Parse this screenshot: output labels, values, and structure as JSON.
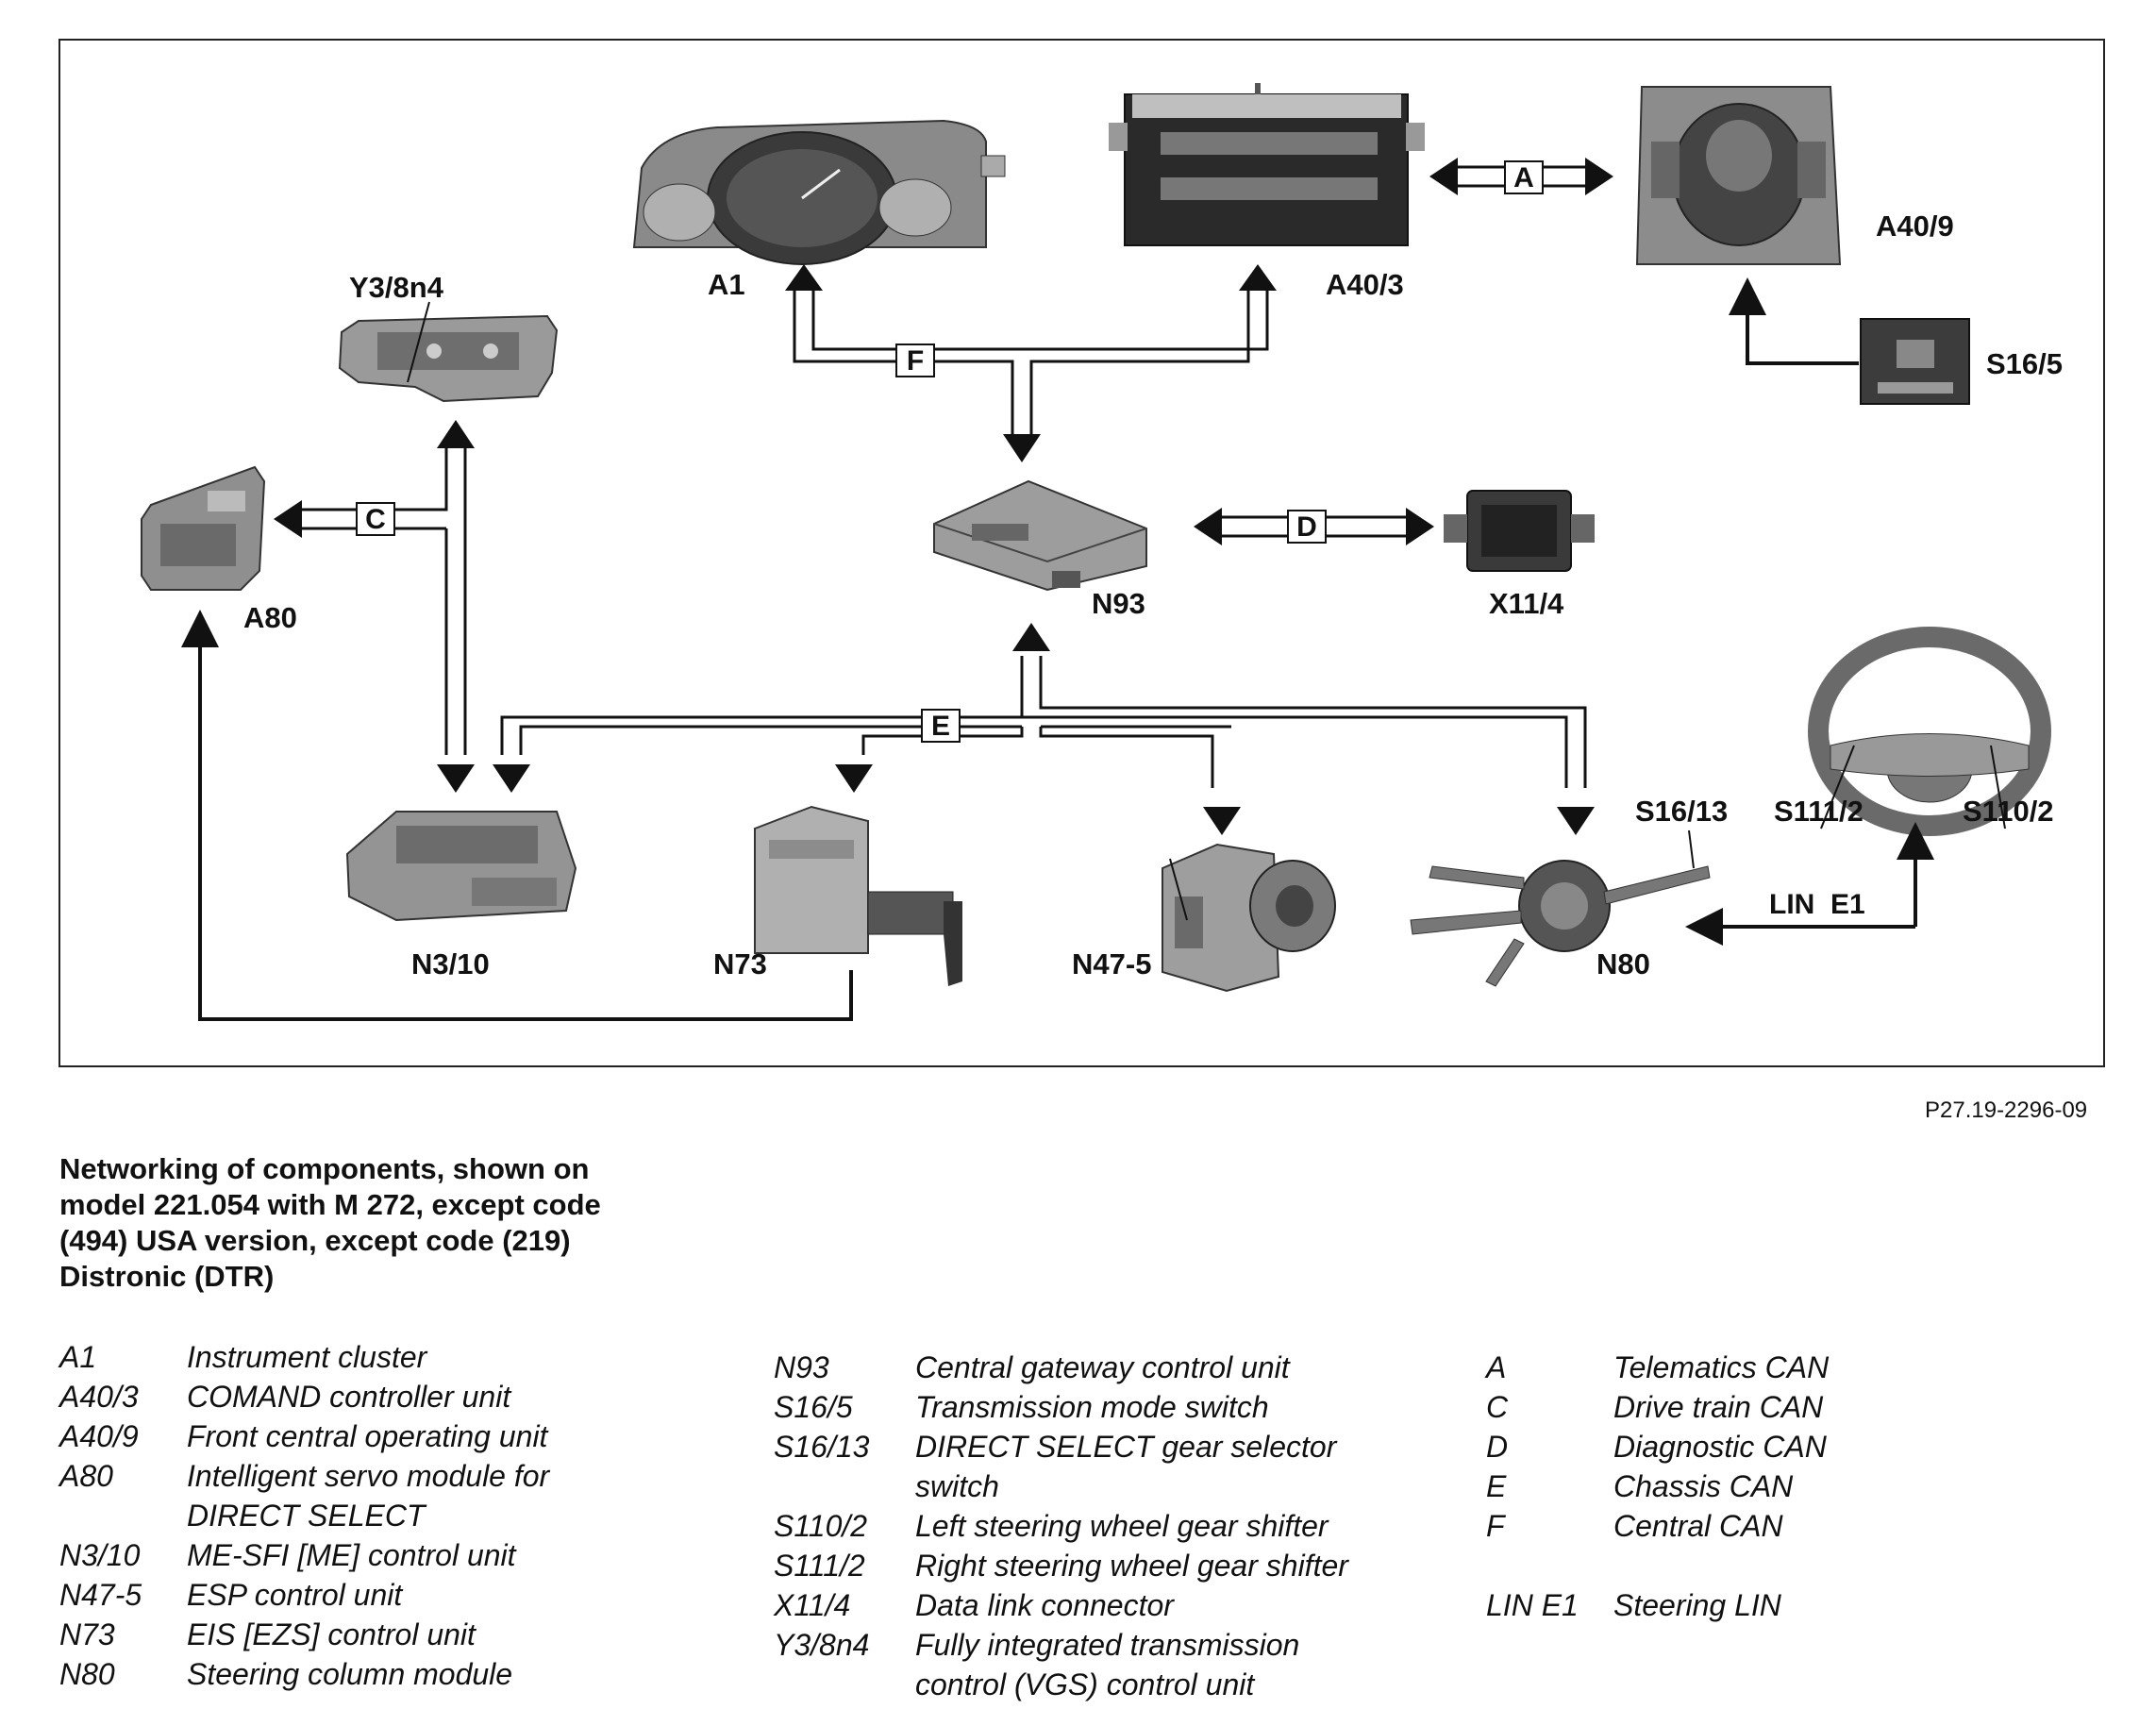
{
  "components": {
    "A1": "A1",
    "A40_3": "A40/3",
    "A40_9": "A40/9",
    "Y3_8n4": "Y3/8n4",
    "A80": "A80",
    "N93": "N93",
    "X11_4": "X11/4",
    "S16_5": "S16/5",
    "N3_10": "N3/10",
    "N73": "N73",
    "N47_5": "N47-5",
    "N80": "N80",
    "S16_13": "S16/13",
    "S111_2": "S111/2",
    "S110_2": "S110/2"
  },
  "buses": {
    "A": "A",
    "C": "C",
    "D": "D",
    "E": "E",
    "F": "F",
    "lin": "LIN  E1"
  },
  "figure_ref": "P27.19-2296-09",
  "caption": [
    "Networking of components, shown on",
    "model 221.054 with M 272, except code",
    "(494) USA version, except code (219)",
    "Distronic (DTR)"
  ],
  "legend_col1": [
    {
      "code": "A1",
      "desc": [
        "Instrument cluster"
      ]
    },
    {
      "code": "A40/3",
      "desc": [
        "COMAND controller unit"
      ]
    },
    {
      "code": "A40/9",
      "desc": [
        "Front central operating unit"
      ]
    },
    {
      "code": "A80",
      "desc": [
        "Intelligent servo module for",
        "DIRECT SELECT"
      ]
    },
    {
      "code": "N3/10",
      "desc": [
        "ME-SFI [ME] control unit"
      ]
    },
    {
      "code": "N47-5",
      "desc": [
        "ESP control unit"
      ]
    },
    {
      "code": "N73",
      "desc": [
        "EIS [EZS] control unit"
      ]
    },
    {
      "code": "N80",
      "desc": [
        "Steering column module"
      ]
    }
  ],
  "legend_col2": [
    {
      "code": "N93",
      "desc": [
        "Central gateway control unit"
      ]
    },
    {
      "code": "S16/5",
      "desc": [
        "Transmission mode switch"
      ]
    },
    {
      "code": "S16/13",
      "desc": [
        "DIRECT SELECT gear selector",
        "switch"
      ]
    },
    {
      "code": "S110/2",
      "desc": [
        "Left steering wheel gear shifter"
      ]
    },
    {
      "code": "S111/2",
      "desc": [
        "Right steering wheel gear shifter"
      ]
    },
    {
      "code": "X11/4",
      "desc": [
        "Data link connector"
      ]
    },
    {
      "code": "Y3/8n4",
      "desc": [
        "Fully integrated transmission",
        "control (VGS) control unit"
      ]
    }
  ],
  "legend_col3": [
    {
      "code": "A",
      "desc": [
        "Telematics CAN"
      ]
    },
    {
      "code": "C",
      "desc": [
        "Drive train CAN"
      ]
    },
    {
      "code": "D",
      "desc": [
        "Diagnostic CAN"
      ]
    },
    {
      "code": "E",
      "desc": [
        "Chassis CAN"
      ]
    },
    {
      "code": "F",
      "desc": [
        "Central CAN"
      ]
    },
    {
      "code": "LIN E1",
      "desc": [
        "Steering LIN"
      ],
      "gap_before": true
    }
  ]
}
